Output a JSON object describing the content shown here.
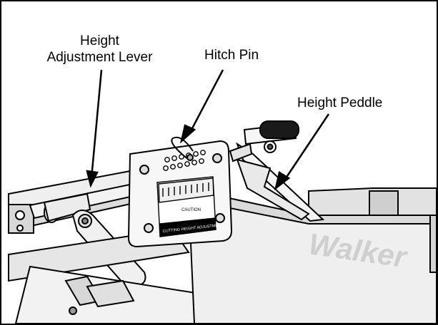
{
  "labels": {
    "lever_line1": "Height",
    "lever_line2": "Adjustment Lever",
    "pin": "Hitch Pin",
    "peddle": "Height Peddle"
  },
  "decal": {
    "caution": "CAUTION",
    "footer": "CUTTING HEIGHT ADJUSTMENT"
  },
  "brand": "Walker",
  "colors": {
    "line": "#000000",
    "metal": "#e9e9e9",
    "shadow": "#bdbdbd",
    "grip": "#1a1a1a"
  }
}
